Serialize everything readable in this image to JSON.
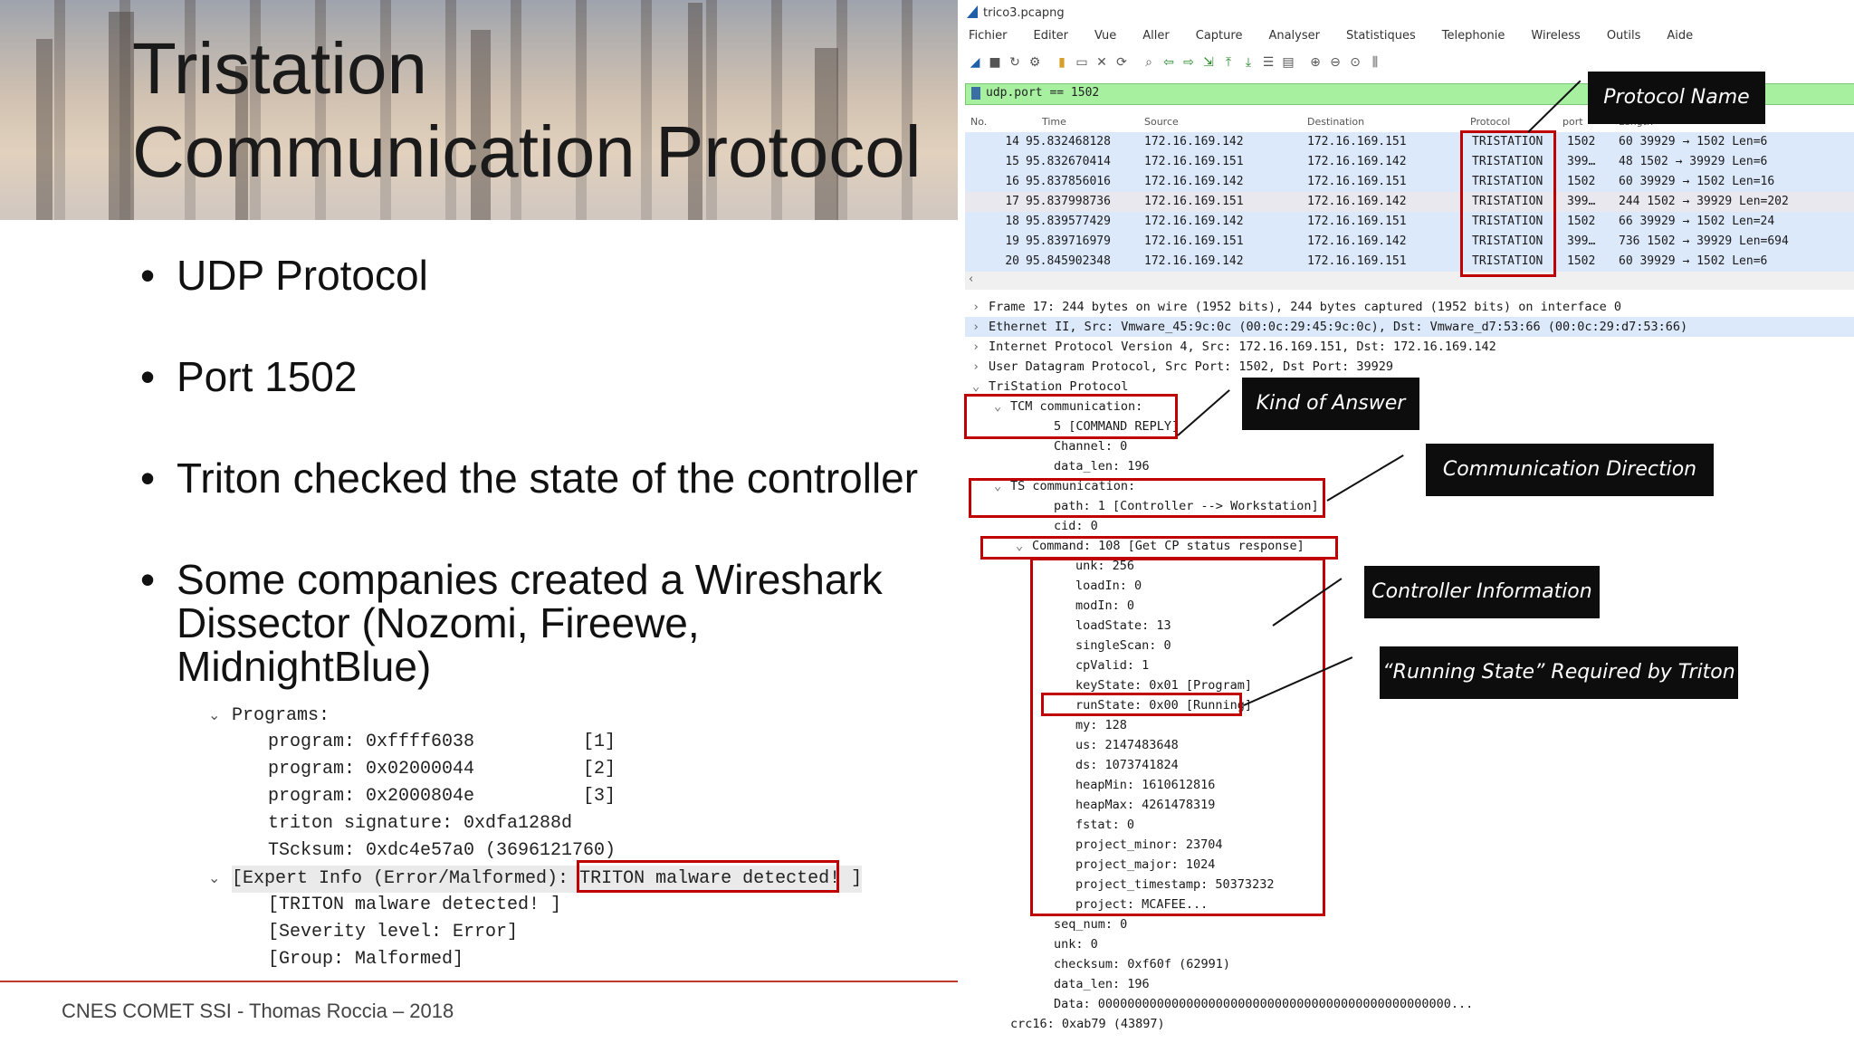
{
  "slide": {
    "title": "Tristation Communication Protocol",
    "bullets": [
      "UDP Protocol",
      "Port 1502",
      "Triton checked the state of the controller",
      "Some companies created a Wireshark Dissector (Nozomi, Fireewe, MidnightBlue)"
    ],
    "footer": "CNES COMET SSI - Thomas Roccia – 2018"
  },
  "dissector": {
    "lines": [
      {
        "caret": "v",
        "text": "Programs:",
        "indent": 0
      },
      {
        "caret": "",
        "text": "program: 0xffff6038          [1]",
        "indent": 1
      },
      {
        "caret": "",
        "text": "program: 0x02000044          [2]",
        "indent": 1
      },
      {
        "caret": "",
        "text": "program: 0x2000804e          [3]",
        "indent": 1
      },
      {
        "caret": "",
        "text": "triton signature: 0xdfa1288d",
        "indent": 1
      },
      {
        "caret": "",
        "text": "TScksum: 0xdc4e57a0 (3696121760)",
        "indent": 1
      }
    ],
    "expert_prefix": "[Expert Info (Error/Malformed): ",
    "expert_detected": "TRITON malware detected!",
    "expert_suffix": " ]",
    "sub_lines": [
      "[TRITON malware detected! ]",
      "[Severity level: Error]",
      "[Group: Malformed]"
    ]
  },
  "wireshark": {
    "title": "trico3.pcapng",
    "menu": [
      "Fichier",
      "Editer",
      "Vue",
      "Aller",
      "Capture",
      "Analyser",
      "Statistiques",
      "Telephonie",
      "Wireless",
      "Outils",
      "Aide"
    ],
    "filter": "udp.port == 1502",
    "columns": [
      "No.",
      "Time",
      "Source",
      "Destination",
      "Protocol",
      "port",
      "Length"
    ],
    "packets": [
      {
        "no": "14",
        "time": "95.832468128",
        "src": "172.16.169.142",
        "dst": "172.16.169.151",
        "proto": "TRISTATION",
        "port": "1502",
        "info": "60 39929 → 1502 Len=6",
        "selected": false
      },
      {
        "no": "15",
        "time": "95.832670414",
        "src": "172.16.169.151",
        "dst": "172.16.169.142",
        "proto": "TRISTATION",
        "port": "399…",
        "info": "48 1502 → 39929 Len=6",
        "selected": false
      },
      {
        "no": "16",
        "time": "95.837856016",
        "src": "172.16.169.142",
        "dst": "172.16.169.151",
        "proto": "TRISTATION",
        "port": "1502",
        "info": "60 39929 → 1502 Len=16",
        "selected": false
      },
      {
        "no": "17",
        "time": "95.837998736",
        "src": "172.16.169.151",
        "dst": "172.16.169.142",
        "proto": "TRISTATION",
        "port": "399…",
        "info": "244 1502 → 39929 Len=202",
        "selected": true
      },
      {
        "no": "18",
        "time": "95.839577429",
        "src": "172.16.169.142",
        "dst": "172.16.169.151",
        "proto": "TRISTATION",
        "port": "1502",
        "info": "66 39929 → 1502 Len=24",
        "selected": false
      },
      {
        "no": "19",
        "time": "95.839716979",
        "src": "172.16.169.151",
        "dst": "172.16.169.142",
        "proto": "TRISTATION",
        "port": "399…",
        "info": "736 1502 → 39929 Len=694",
        "selected": false
      },
      {
        "no": "20",
        "time": "95.845902348",
        "src": "172.16.169.142",
        "dst": "172.16.169.151",
        "proto": "TRISTATION",
        "port": "1502",
        "info": "60 39929 → 1502 Len=6",
        "selected": false
      }
    ],
    "details": [
      {
        "caret": ">",
        "text": "Frame 17: 244 bytes on wire (1952 bits), 244 bytes captured (1952 bits) on interface 0",
        "indent": 0,
        "hl": false
      },
      {
        "caret": ">",
        "text": "Ethernet II, Src: Vmware_45:9c:0c (00:0c:29:45:9c:0c), Dst: Vmware_d7:53:66 (00:0c:29:d7:53:66)",
        "indent": 0,
        "hl": true
      },
      {
        "caret": ">",
        "text": "Internet Protocol Version 4, Src: 172.16.169.151, Dst: 172.16.169.142",
        "indent": 0,
        "hl": false
      },
      {
        "caret": ">",
        "text": "User Datagram Protocol, Src Port: 1502, Dst Port: 39929",
        "indent": 0,
        "hl": false
      },
      {
        "caret": "v",
        "text": "TriStation Protocol",
        "indent": 0,
        "hl": false
      },
      {
        "caret": "v",
        "text": "TCM communication:",
        "indent": 1,
        "hl": false
      },
      {
        "caret": "",
        "text": "5 [COMMAND REPLY]",
        "indent": 3,
        "hl": false
      },
      {
        "caret": "",
        "text": "Channel: 0",
        "indent": 3,
        "hl": false
      },
      {
        "caret": "",
        "text": "data_len: 196",
        "indent": 3,
        "hl": false
      },
      {
        "caret": "v",
        "text": "TS communication:",
        "indent": 1,
        "hl": false
      },
      {
        "caret": "",
        "text": "path: 1 [Controller --> Workstation]",
        "indent": 3,
        "hl": false
      },
      {
        "caret": "",
        "text": "cid: 0",
        "indent": 3,
        "hl": false
      },
      {
        "caret": "v",
        "text": "Command: 108 [Get CP status response]",
        "indent": 2,
        "hl": false
      },
      {
        "caret": "",
        "text": "unk: 256",
        "indent": 4,
        "hl": false
      },
      {
        "caret": "",
        "text": "loadIn: 0",
        "indent": 4,
        "hl": false
      },
      {
        "caret": "",
        "text": "modIn: 0",
        "indent": 4,
        "hl": false
      },
      {
        "caret": "",
        "text": "loadState: 13",
        "indent": 4,
        "hl": false
      },
      {
        "caret": "",
        "text": "singleScan: 0",
        "indent": 4,
        "hl": false
      },
      {
        "caret": "",
        "text": "cpValid: 1",
        "indent": 4,
        "hl": false
      },
      {
        "caret": "",
        "text": "keyState: 0x01 [Program]",
        "indent": 4,
        "hl": false
      },
      {
        "caret": "",
        "text": "runState: 0x00 [Running]",
        "indent": 4,
        "hl": false
      },
      {
        "caret": "",
        "text": "my: 128",
        "indent": 4,
        "hl": false
      },
      {
        "caret": "",
        "text": "us: 2147483648",
        "indent": 4,
        "hl": false
      },
      {
        "caret": "",
        "text": "ds: 1073741824",
        "indent": 4,
        "hl": false
      },
      {
        "caret": "",
        "text": "heapMin: 1610612816",
        "indent": 4,
        "hl": false
      },
      {
        "caret": "",
        "text": "heapMax: 4261478319",
        "indent": 4,
        "hl": false
      },
      {
        "caret": "",
        "text": "fstat: 0",
        "indent": 4,
        "hl": false
      },
      {
        "caret": "",
        "text": "project_minor: 23704",
        "indent": 4,
        "hl": false
      },
      {
        "caret": "",
        "text": "project_major: 1024",
        "indent": 4,
        "hl": false
      },
      {
        "caret": "",
        "text": "project_timestamp: 50373232",
        "indent": 4,
        "hl": false
      },
      {
        "caret": "",
        "text": "project: MCAFEE...",
        "indent": 4,
        "hl": false
      },
      {
        "caret": "",
        "text": "seq_num: 0",
        "indent": 3,
        "hl": false
      },
      {
        "caret": "",
        "text": "unk: 0",
        "indent": 3,
        "hl": false
      },
      {
        "caret": "",
        "text": "checksum: 0xf60f (62991)",
        "indent": 3,
        "hl": false
      },
      {
        "caret": "",
        "text": "data_len: 196",
        "indent": 3,
        "hl": false
      },
      {
        "caret": "",
        "text": "Data: 000000000000000000000000000000000000000000000000...",
        "indent": 3,
        "hl": false
      },
      {
        "caret": "",
        "text": "crc16: 0xab79 (43897)",
        "indent": 1,
        "hl": false
      }
    ]
  },
  "callouts": {
    "protocol_name": "Protocol Name",
    "kind_of_answer": "Kind of Answer",
    "communication_direction": "Communication Direction",
    "controller_information": "Controller Information",
    "running_state": "“Running State” Required by Triton"
  },
  "colors": {
    "highlight_red": "#c00000",
    "filter_green": "#a6f0a0",
    "row_blue": "#dce9fb",
    "footer_red": "#c0392b",
    "callout_bg": "#0d0d0d"
  }
}
